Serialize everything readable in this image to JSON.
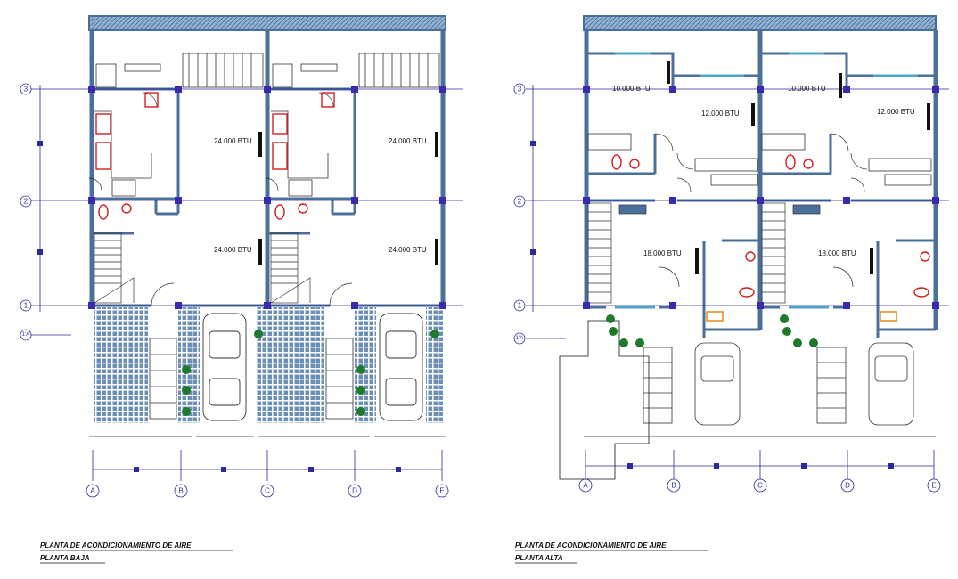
{
  "colors": {
    "wall": "#4a6f9a",
    "line": "#2a2a9a",
    "column": "#3a2ab0",
    "fixture": "#d22020",
    "paving": "#6c8fb5",
    "plant": "#1f7a2a",
    "ac": "#111111",
    "accent_orange": "#e08a1a"
  },
  "axis_labels": {
    "columns": [
      "A",
      "B",
      "C",
      "D",
      "E"
    ],
    "rows": [
      "3",
      "2",
      "1",
      "1'A"
    ]
  },
  "ground_floor": {
    "ac_units": [
      "24.000 BTU",
      "24.000 BTU",
      "24.000 BTU",
      "24.000 BTU"
    ],
    "caption_line1": "PLANTA DE ACONDICIONAMIENTO DE AIRE",
    "caption_line2": "PLANTA BAJA"
  },
  "upper_floor": {
    "ac_units": [
      "10.000 BTU",
      "12.000 BTU",
      "10.000 BTU",
      "12.000 BTU",
      "18.000 BTU",
      "18.000 BTU"
    ],
    "caption_line1": "PLANTA DE ACONDICIONAMIENTO DE AIRE",
    "caption_line2": "PLANTA ALTA"
  }
}
